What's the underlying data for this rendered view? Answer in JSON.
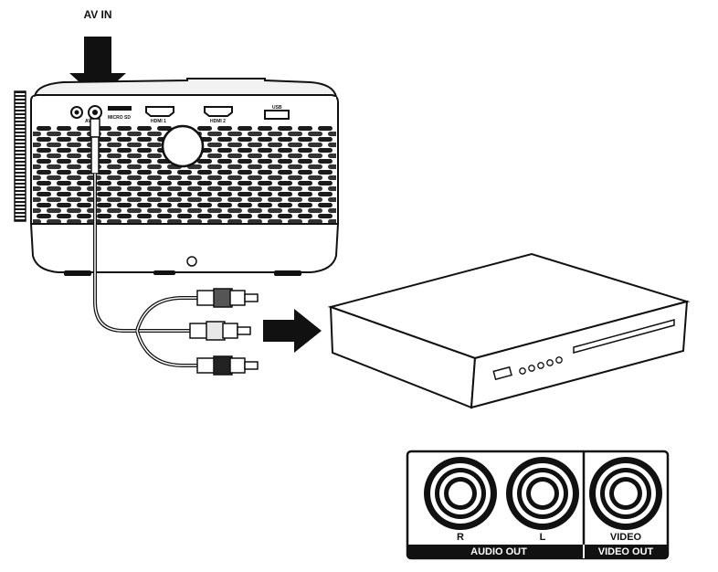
{
  "diagram": {
    "input_label": "AV IN",
    "projector_ports": {
      "av": "AV",
      "micro_sd": "MICRO SD",
      "hdmi1": "HDMI 1",
      "hdmi2": "HDMI 2",
      "usb": "USB"
    },
    "output_panel": {
      "jack_r": "R",
      "jack_l": "L",
      "jack_video": "VIDEO",
      "audio_out": "AUDIO OUT",
      "video_out": "VIDEO OUT"
    }
  }
}
